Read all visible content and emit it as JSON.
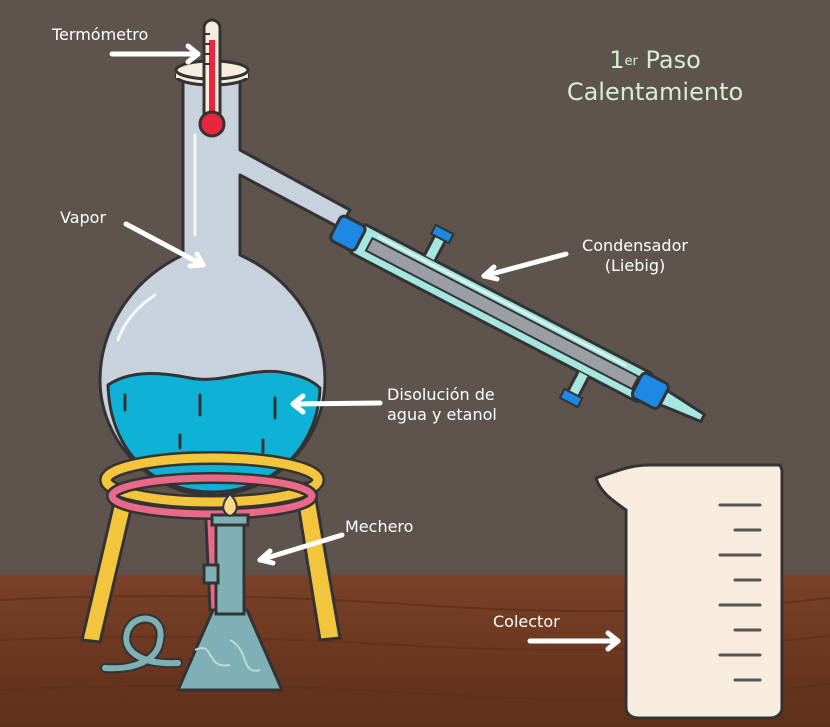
{
  "title": {
    "step_num": "1",
    "step_sup": "er",
    "step_word": "Paso",
    "stage": "Calentamiento"
  },
  "labels": {
    "thermometer": "Termómetro",
    "vapor": "Vapor",
    "condenser_line1": "Condensador",
    "condenser_line2": "(Liebig)",
    "solution_line1": "Disolución de",
    "solution_line2": "agua y etanol",
    "burner": "Mechero",
    "collector": "Colector"
  },
  "colors": {
    "background": "#5e544d",
    "table": "#6e3a22",
    "glass": "#c8d2dc",
    "liquid": "#0fb1d6",
    "condenser_water": "#a6e6e0",
    "ring_yellow": "#f2c53d",
    "ring_pink": "#e86a88",
    "burner": "#7fb0b5",
    "beaker": "#f7ecdd",
    "title_text": "#d4f0d4"
  }
}
